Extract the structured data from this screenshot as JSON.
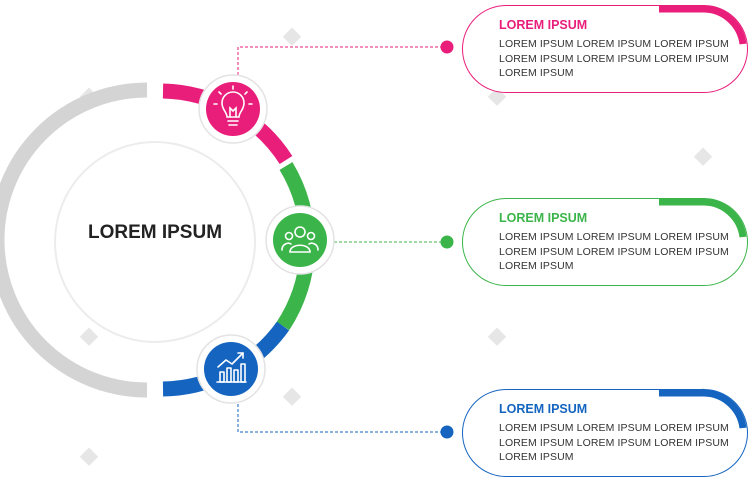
{
  "diagram": {
    "center_label": "LOREM IPSUM",
    "colors": {
      "pink": "#E91E7B",
      "green": "#3BB54A",
      "blue": "#1565C0",
      "gray_ring": "#D4D4D4"
    },
    "steps": [
      {
        "icon": "lightbulb-icon",
        "color": "#E91E7B",
        "title": "LOREM IPSUM",
        "body": "LOREM IPSUM LOREM IPSUM LOREM IPSUM LOREM IPSUM LOREM IPSUM LOREM IPSUM LOREM IPSUM"
      },
      {
        "icon": "team-icon",
        "color": "#3BB54A",
        "title": "LOREM IPSUM",
        "body": "LOREM IPSUM LOREM IPSUM LOREM IPSUM LOREM IPSUM LOREM IPSUM LOREM IPSUM LOREM IPSUM"
      },
      {
        "icon": "growth-chart-icon",
        "color": "#1565C0",
        "title": "LOREM IPSUM",
        "body": "LOREM IPSUM LOREM IPSUM LOREM IPSUM LOREM IPSUM LOREM IPSUM LOREM IPSUM LOREM IPSUM"
      }
    ]
  }
}
